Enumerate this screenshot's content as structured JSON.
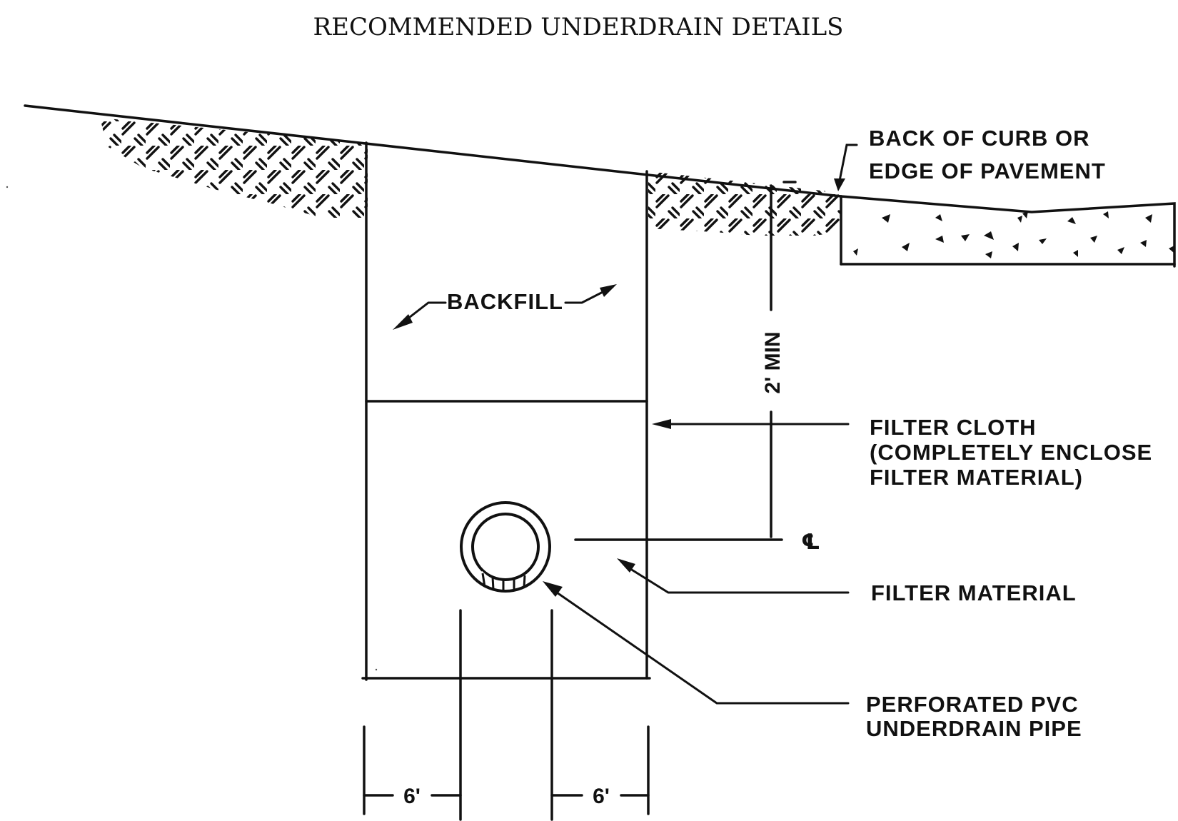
{
  "title": "RECOMMENDED UNDERDRAIN DETAILS",
  "labels": {
    "curb_line1": "BACK OF CURB OR",
    "curb_line2": "EDGE OF PAVEMENT",
    "backfill": "BACKFILL",
    "min_depth": "2' MIN",
    "filter_cloth_line1": "FILTER CLOTH",
    "filter_cloth_line2": "(COMPLETELY ENCLOSE",
    "filter_cloth_line3": "FILTER MATERIAL)",
    "centerline": "℄",
    "filter_material": "FILTER MATERIAL",
    "pipe_line1": "PERFORATED PVC",
    "pipe_line2": "UNDERDRAIN PIPE",
    "dim_left": "6'",
    "dim_right": "6'"
  }
}
